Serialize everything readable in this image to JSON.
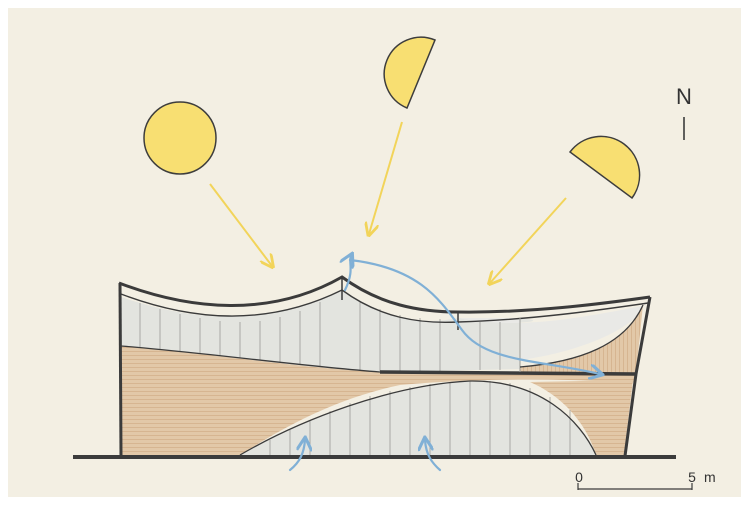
{
  "north_label": "N",
  "scale_bar": {
    "start_label": "0",
    "end_label": "5",
    "unit_label": "m"
  },
  "colors": {
    "background": "#f3efe3",
    "sun": "#f8df72",
    "sun_ray": "#f2d45a",
    "airflow": "#80b0d6",
    "wood": "#e2c8a8",
    "glazing": "#e3e4df",
    "outline": "#3b3b3b"
  },
  "icons": {
    "north_arrow": "north-arrow-icon",
    "sun_positions": [
      "sun-full-icon",
      "sun-half-icon",
      "sun-half-icon"
    ],
    "airflow_arrows": "curved-arrow-icon"
  }
}
